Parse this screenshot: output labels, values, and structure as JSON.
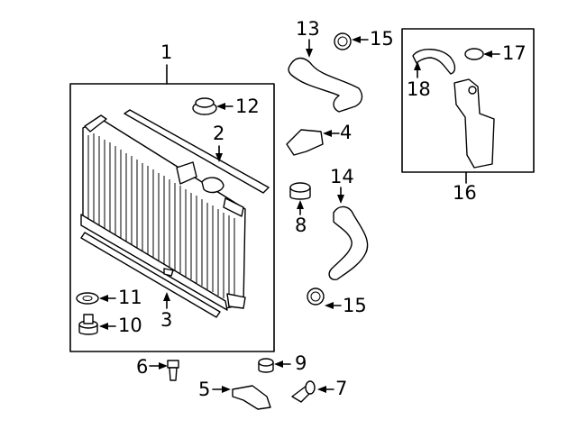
{
  "callouts": {
    "c1": "1",
    "c2": "2",
    "c3": "3",
    "c4": "4",
    "c5": "5",
    "c6": "6",
    "c7": "7",
    "c8": "8",
    "c9": "9",
    "c10": "10",
    "c11": "11",
    "c12": "12",
    "c13": "13",
    "c14": "14",
    "c15a": "15",
    "c15b": "15",
    "c16": "16",
    "c17": "17",
    "c18": "18"
  },
  "colors": {
    "line": "#000000",
    "background": "#ffffff"
  }
}
